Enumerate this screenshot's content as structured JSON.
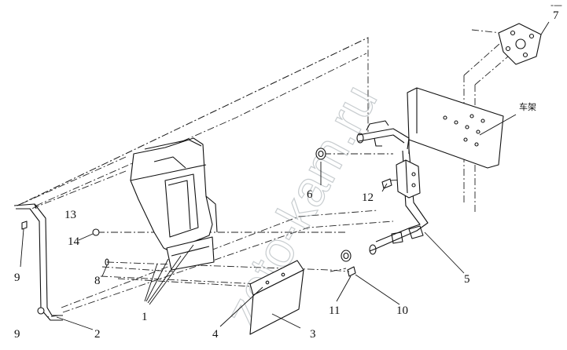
{
  "corner_mark": "-—",
  "watermark": "zeto-kam.ru",
  "frame_label": "车架",
  "callouts": {
    "c1": "1",
    "c2": "2",
    "c3": "3",
    "c4": "4",
    "c5": "5",
    "c6": "6",
    "c7": "7",
    "c8": "8",
    "c9a": "9",
    "c9b": "9",
    "c10": "10",
    "c11": "11",
    "c12": "12",
    "c13": "13",
    "c14": "14"
  }
}
